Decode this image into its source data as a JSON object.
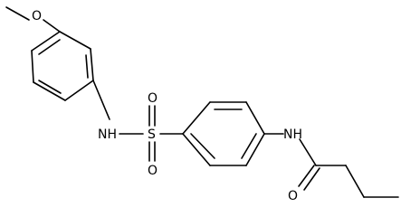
{
  "molecule": {
    "atoms": {
      "methoxy_o": "O",
      "sulfonamide_n": "NH",
      "sulfur": "S",
      "sulfonyl_o_top": "O",
      "sulfonyl_o_bottom": "O",
      "amide_n": "NH",
      "carbonyl_o": "O"
    }
  }
}
